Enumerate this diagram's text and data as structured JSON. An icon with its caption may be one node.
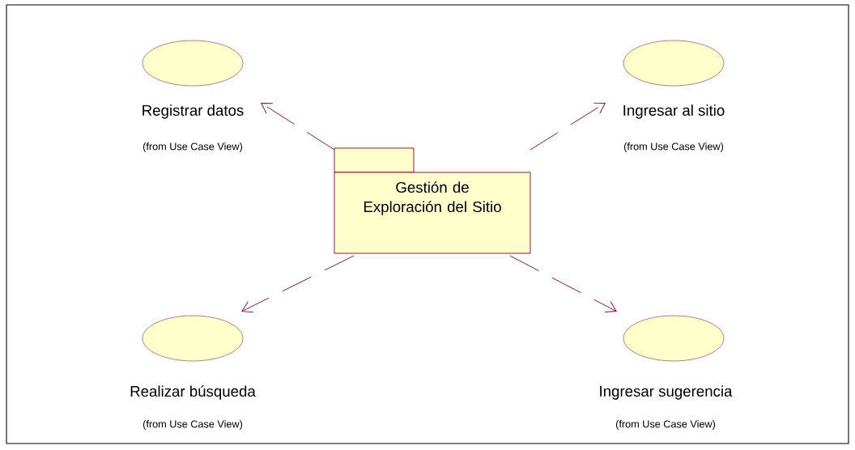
{
  "diagram": {
    "nodes": [
      {
        "text": [
          "Gestión de Exploración del Sitio"
        ]
      },
      {
        "text": [
          "Registrar datos",
          "(from Use Case View)"
        ]
      },
      {
        "text": [
          "Ingresar al sitio",
          "(from Use Case View)"
        ]
      },
      {
        "text": [
          "Realizar búsqueda",
          "(from Use Case View)"
        ]
      },
      {
        "text": [
          "Ingresar sugerencia",
          "(from Use Case View)"
        ]
      }
    ],
    "edges": [
      {
        "from": 0,
        "to": 1,
        "arrow": "to",
        "style": "dashed"
      },
      {
        "from": 0,
        "to": 2,
        "arrow": "to",
        "style": "dashed"
      },
      {
        "from": 0,
        "to": 3,
        "arrow": "to",
        "style": "dashed"
      },
      {
        "from": 0,
        "to": 4,
        "arrow": "to",
        "style": "dashed"
      }
    ]
  }
}
